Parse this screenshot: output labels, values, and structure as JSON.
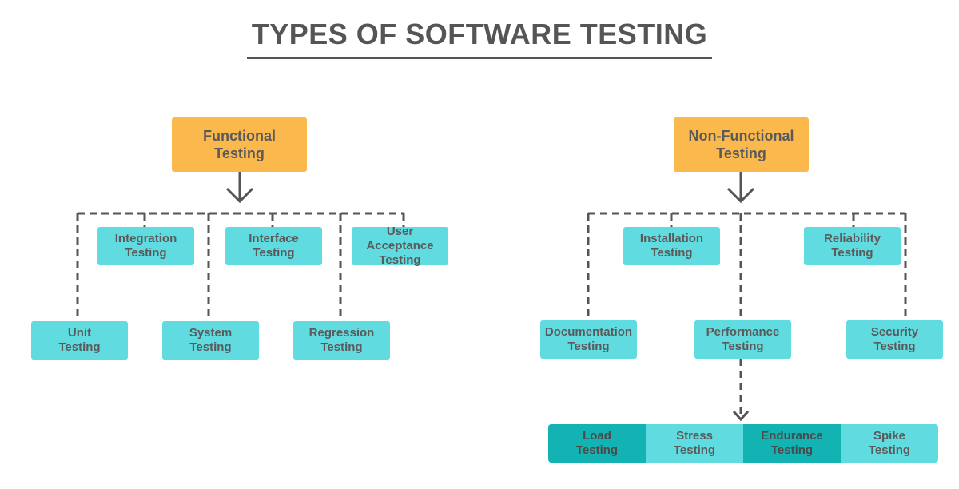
{
  "title": "TYPES OF SOFTWARE TESTING",
  "functional": {
    "root": [
      "Functional",
      "Testing"
    ],
    "unit": [
      "Unit",
      "Testing"
    ],
    "integration": [
      "Integration",
      "Testing"
    ],
    "system": [
      "System",
      "Testing"
    ],
    "interface": [
      "Interface",
      "Testing"
    ],
    "regression": [
      "Regression",
      "Testing"
    ],
    "uat": [
      "User Acceptance",
      "Testing"
    ]
  },
  "nonfunctional": {
    "root": [
      "Non-Functional",
      "Testing"
    ],
    "documentation": [
      "Documentation",
      "Testing"
    ],
    "installation": [
      "Installation",
      "Testing"
    ],
    "performance": [
      "Performance",
      "Testing"
    ],
    "reliability": [
      "Reliability",
      "Testing"
    ],
    "security": [
      "Security",
      "Testing"
    ],
    "performance_types": [
      [
        "Load",
        "Testing"
      ],
      [
        "Stress",
        "Testing"
      ],
      [
        "Endurance",
        "Testing"
      ],
      [
        "Spike",
        "Testing"
      ]
    ]
  },
  "colors": {
    "root": "#fbb84c",
    "leaf": "#60dbe0",
    "leaf_dark": "#13b3b4",
    "line": "#555555"
  }
}
